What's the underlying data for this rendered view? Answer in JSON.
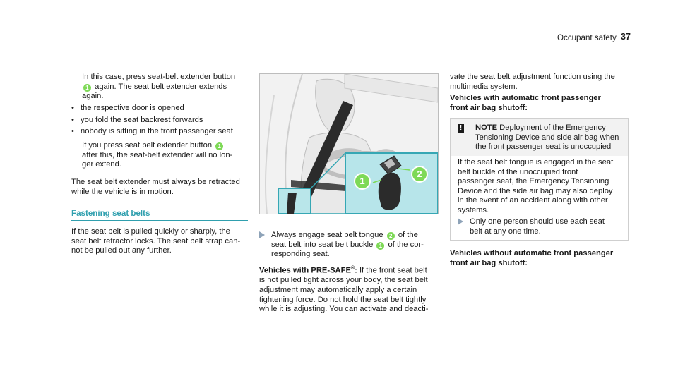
{
  "header": {
    "section": "Occupant safety",
    "page_number": "37"
  },
  "col1": {
    "intro_a": "In this case, press seat-belt extender button",
    "intro_badge": "1",
    "intro_b": "again. The seat belt extender extends",
    "intro_c": "again.",
    "bullets": [
      "the respective door is opened",
      "you fold the seat backrest forwards",
      "nobody is sitting in the front passenger seat"
    ],
    "sub_a": "If you press seat belt extender button",
    "sub_badge": "1",
    "sub_b": "after this, the seat-belt extender will no lon-",
    "sub_c": "ger extend.",
    "para1": "The seat belt extender must always be retracted",
    "para2": "while the vehicle is in motion.",
    "heading": "Fastening seat belts",
    "body1": "If the seat belt is pulled quickly or sharply, the",
    "body2": "seat belt retractor locks. The seat belt strap can-",
    "body3": "not be pulled out any further."
  },
  "col2": {
    "figure_badge1": "1",
    "figure_badge2": "2",
    "step_a": "Always engage seat belt tongue",
    "step_badge2": "2",
    "step_b": "of the",
    "step_c": "seat belt into seat belt buckle",
    "step_badge1": "1",
    "step_d": "of the cor-",
    "step_e": "responding seat.",
    "presafe_label": "Vehicles with PRE-SAFE",
    "presafe_reg": "®",
    "presafe_colon": ":",
    "presafe_a": " If the front seat belt",
    "presafe_lines": [
      "is not pulled tight across your body, the seat belt",
      "adjustment may automatically apply a certain",
      "tightening force. Do not hold the seat belt tightly",
      "while it is adjusting. You can activate and deacti-"
    ]
  },
  "col3": {
    "cont1": "vate the seat belt adjustment function using the",
    "cont2": "multimedia system.",
    "heading1a": "Vehicles with automatic front passenger",
    "heading1b": "front air bag shutoff:",
    "note_label": "NOTE",
    "note_a": " Deployment of the Emergency",
    "note_b": "Tensioning Device and side air bag when",
    "note_c": "the front passenger seat is unoccupied",
    "note_body": [
      "If the seat belt tongue is engaged in the seat",
      "belt buckle of the unoccupied front",
      "passenger seat, the Emergency Tensioning",
      "Device and the side air bag may also deploy",
      "in the event of an accident along with other",
      "systems."
    ],
    "note_step_a": "Only one person should use each seat",
    "note_step_b": "belt at any one time.",
    "heading2a": "Vehicles without automatic front passenger",
    "heading2b": "front air bag shutoff:"
  }
}
